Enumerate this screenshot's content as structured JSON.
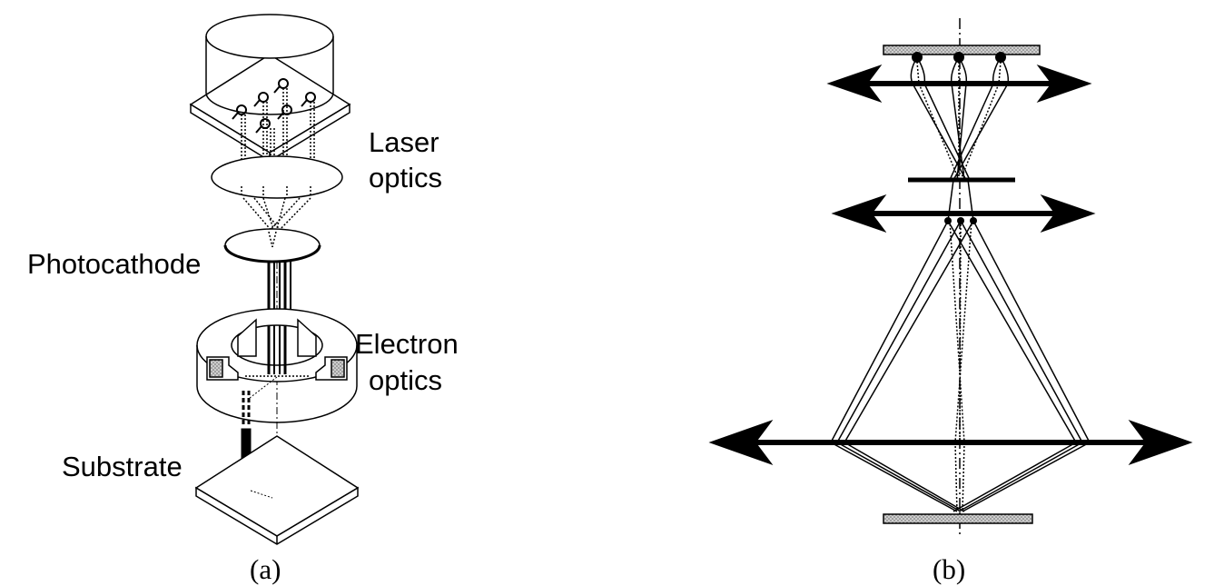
{
  "panel_a": {
    "caption": "(a)",
    "labels": {
      "laser_line1": "Laser",
      "laser_line2": "optics",
      "photocathode": "Photocathode",
      "electron_line1": "Electron",
      "electron_line2": "optics",
      "substrate": "Substrate"
    }
  },
  "panel_b": {
    "caption": "(b)"
  }
}
